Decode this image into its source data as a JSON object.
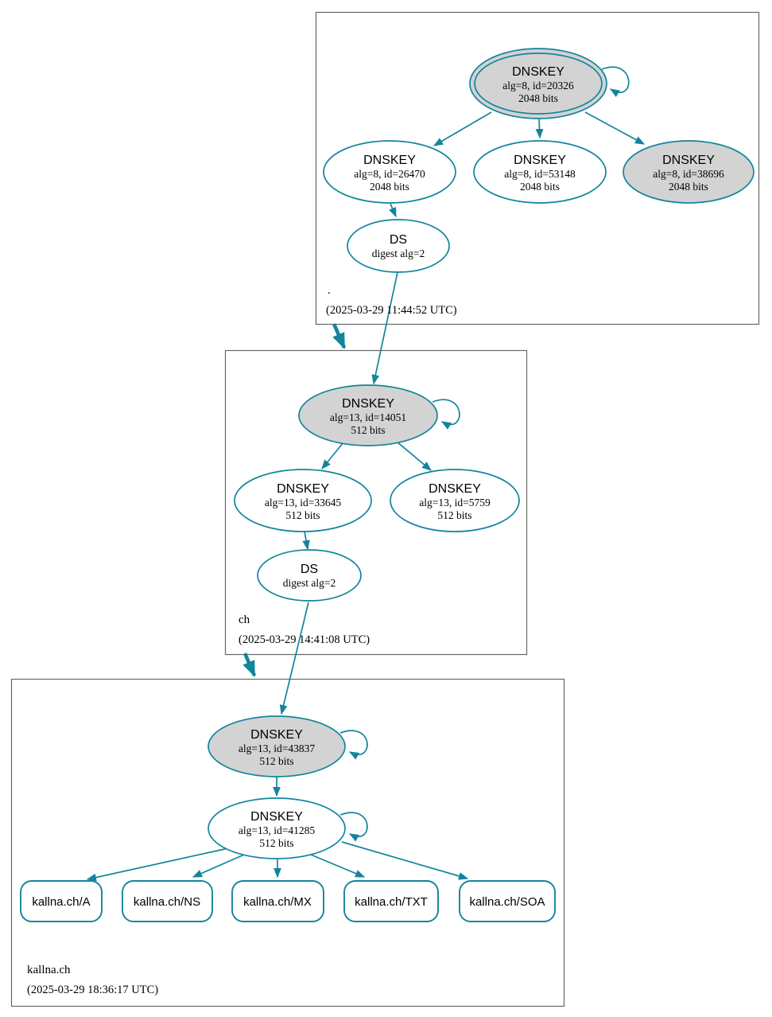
{
  "diagram_type": "dnssec-authentication-chain",
  "colors": {
    "edge": "#12859c",
    "ksk_fill": "#d3d3d3",
    "node_fill": "#ffffff",
    "cluster_border": "#666666",
    "text": "#000000"
  },
  "zones": [
    {
      "label": ".",
      "timestamp": "(2025-03-29 11:44:52 UTC)",
      "ksk": {
        "title": "DNSKEY",
        "alg": "alg=8, id=20326",
        "bits": "2048 bits"
      },
      "zsk1": {
        "title": "DNSKEY",
        "alg": "alg=8, id=26470",
        "bits": "2048 bits"
      },
      "zsk2": {
        "title": "DNSKEY",
        "alg": "alg=8, id=53148",
        "bits": "2048 bits"
      },
      "zsk3": {
        "title": "DNSKEY",
        "alg": "alg=8, id=38696",
        "bits": "2048 bits"
      },
      "ds": {
        "title": "DS",
        "alg": "digest alg=2"
      }
    },
    {
      "label": "ch",
      "timestamp": "(2025-03-29 14:41:08 UTC)",
      "ksk": {
        "title": "DNSKEY",
        "alg": "alg=13, id=14051",
        "bits": "512 bits"
      },
      "zsk1": {
        "title": "DNSKEY",
        "alg": "alg=13, id=33645",
        "bits": "512 bits"
      },
      "zsk2": {
        "title": "DNSKEY",
        "alg": "alg=13, id=5759",
        "bits": "512 bits"
      },
      "ds": {
        "title": "DS",
        "alg": "digest alg=2"
      }
    },
    {
      "label": "kallna.ch",
      "timestamp": "(2025-03-29 18:36:17 UTC)",
      "ksk": {
        "title": "DNSKEY",
        "alg": "alg=13, id=43837",
        "bits": "512 bits"
      },
      "zsk": {
        "title": "DNSKEY",
        "alg": "alg=13, id=41285",
        "bits": "512 bits"
      },
      "rrsets": [
        {
          "label": "kallna.ch/A"
        },
        {
          "label": "kallna.ch/NS"
        },
        {
          "label": "kallna.ch/MX"
        },
        {
          "label": "kallna.ch/TXT"
        },
        {
          "label": "kallna.ch/SOA"
        }
      ]
    }
  ]
}
